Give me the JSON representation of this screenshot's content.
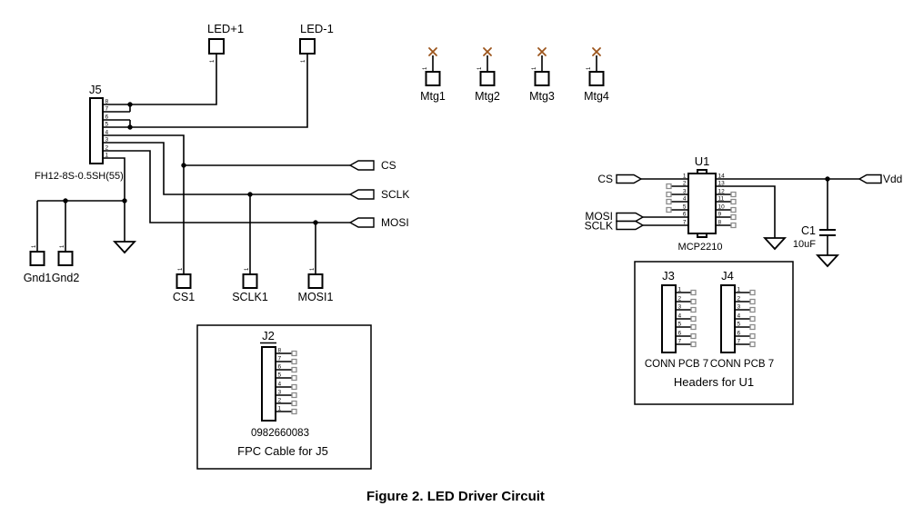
{
  "figure": {
    "caption": "Figure 2. LED Driver Circuit"
  },
  "colors": {
    "wire": "#000000",
    "nc_square": "#8a8a8a",
    "mtg_x": "#9c551c",
    "background": "#ffffff"
  },
  "nets": {
    "cs": "CS",
    "sclk": "SCLK",
    "mosi": "MOSI",
    "vdd": "Vdd"
  },
  "terminals": {
    "led_plus": {
      "label": "LED+1",
      "pin": "1"
    },
    "led_minus": {
      "label": "LED-1",
      "pin": "1"
    },
    "gnd1": {
      "label": "Gnd1",
      "pin": "1"
    },
    "gnd2": {
      "label": "Gnd2",
      "pin": "1"
    },
    "cs1": {
      "label": "CS1",
      "pin": "1"
    },
    "sclk1": {
      "label": "SCLK1",
      "pin": "1"
    },
    "mosi1": {
      "label": "MOSI1",
      "pin": "1"
    },
    "mtg": {
      "labels": [
        "Mtg1",
        "Mtg2",
        "Mtg3",
        "Mtg4"
      ],
      "pin": "1"
    }
  },
  "j5": {
    "ref": "J5",
    "part": "FH12-8S-0.5SH(55)",
    "pins": [
      "8",
      "7",
      "6",
      "5",
      "4",
      "3",
      "2",
      "1"
    ]
  },
  "u1": {
    "ref": "U1",
    "part": "MCP2210",
    "left_pins": [
      "1",
      "2",
      "3",
      "4",
      "5",
      "6",
      "7"
    ],
    "right_pins": [
      "14",
      "13",
      "12",
      "11",
      "10",
      "9",
      "8"
    ]
  },
  "c1": {
    "ref": "C1",
    "value": "10uF"
  },
  "fpc_box": {
    "ref": "J2",
    "part": "0982660083",
    "caption": "FPC Cable for J5",
    "pins": [
      "8",
      "7",
      "6",
      "5",
      "4",
      "3",
      "2",
      "1"
    ]
  },
  "headers_box": {
    "caption": "Headers for U1",
    "j3": {
      "ref": "J3",
      "part": "CONN PCB 7"
    },
    "j4": {
      "ref": "J4",
      "part": "CONN PCB 7"
    },
    "pins": [
      "1",
      "2",
      "3",
      "4",
      "5",
      "6",
      "7"
    ]
  }
}
